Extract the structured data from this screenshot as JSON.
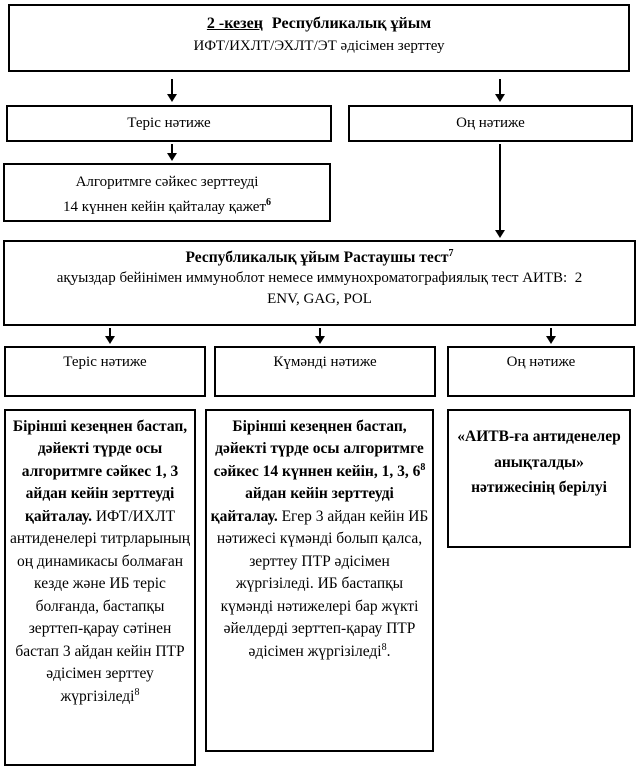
{
  "stage2": {
    "step_label": "2 -кезең",
    "org_label": "Республикалық ұйым",
    "subtitle": "ИФТ/ИХЛТ/ЭХЛТ/ЭТ әдісімен зерттеу"
  },
  "row1": {
    "negative": "Теріс нәтиже",
    "positive": "Оң нәтиже"
  },
  "repeat_box": {
    "line1": "Алгоритмге сәйкес зерттеуді",
    "line2": "14 күннен кейін қайталау қажет",
    "footnote": "6"
  },
  "confirm_box": {
    "title": "Республикалық ұйым Растаушы тест",
    "footnote": "7",
    "line2": "ақуыздар бейінімен иммуноблот немесе иммунохроматографиялық тест АИТВ:  2",
    "line3": "ENV, GAG, POL"
  },
  "row2": {
    "negative": "Теріс нәтиже",
    "doubtful": "Күмәнді нәтиже",
    "positive": "Оң нәтиже"
  },
  "outcomes": {
    "negative": {
      "bold": "Бірінші кезеңнен бастап, дәйекті түрде осы алгоритмге сәйкес 1, 3 айдан кейін зерттеуді қайталау.",
      "regular": " ИФТ/ИХЛТ антиденелері титрларының оң динамикасы болмаған кезде және ИБ теріс болғанда, бастапқы зерттеп-қарау сәтінен бастап 3 айдан кейін ПТР әдісімен зерттеу жүргізіледі",
      "footnote": "8"
    },
    "doubtful": {
      "bold_part1": "Бірінші кезеңнен бастап, дәйекті түрде осы алгоритмге сәйкес 14 күннен кейін, 1, 3, 6",
      "footnote1": "8",
      "bold_part2": " айдан кейін зерттеуді қайталау.",
      "regular": " Егер 3 айдан кейін ИБ нәтижесі күмәнді болып қалса, зерттеу ПТР әдісімен жүргізіледі. ИБ бастапқы күмәнді нәтижелері бар жүкті әйелдерді зерттеп-қарау ПТР әдісімен жүргізіледі",
      "footnote2": "8",
      "tail": "."
    },
    "positive": {
      "text": "«АИТВ-ға антиденелер анықталды» нәтижесінің берілуі"
    }
  },
  "colors": {
    "border": "#000000",
    "text": "#000000",
    "background": "#ffffff"
  }
}
